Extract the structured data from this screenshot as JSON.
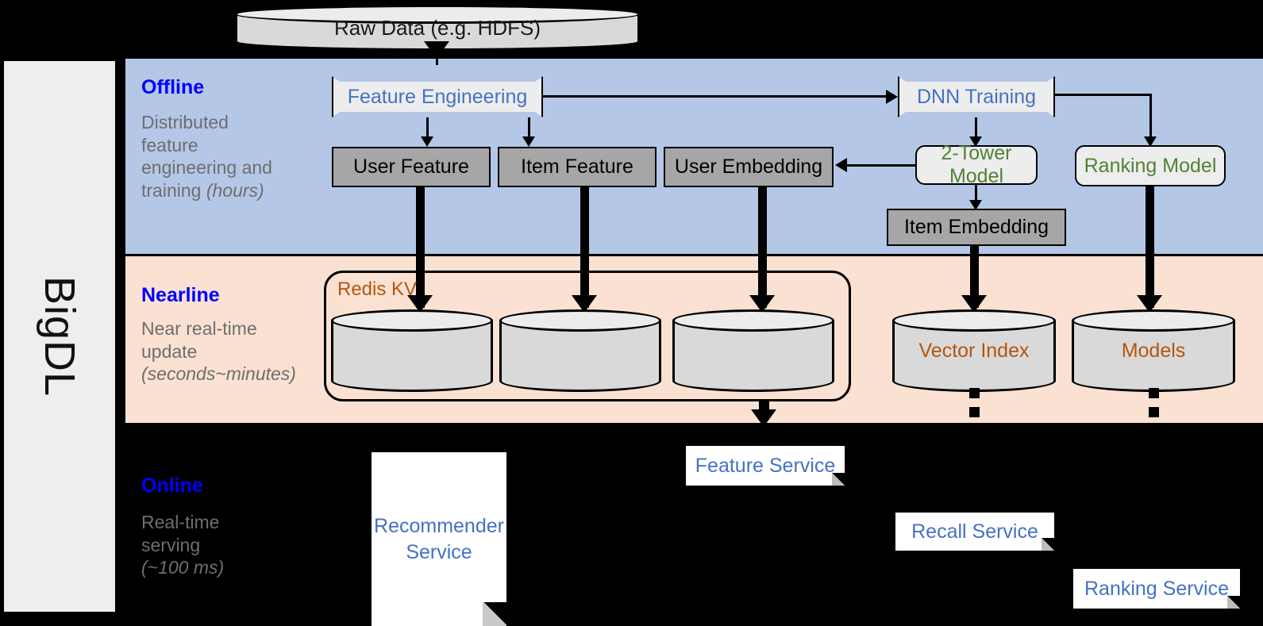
{
  "sidebar": {
    "label": "BigDL"
  },
  "stages": [
    {
      "id": "offline",
      "title": "Offline",
      "subtitle": "Distributed feature engineering and ",
      "subtitle_italic": "(hours)"
    },
    {
      "id": "nearline",
      "title": "Nearline",
      "subtitle": "Near real-time update ",
      "subtitle_italic": "(seconds~minutes)"
    },
    {
      "id": "online",
      "title": "Online",
      "subtitle": "Real-time serving ",
      "subtitle_italic": "(~100 ms)"
    }
  ],
  "stage_sub_lines": {
    "offline": [
      "Distributed",
      "feature",
      "engineering and",
      "training "
    ],
    "nearline": [
      "Near real-time",
      "update"
    ],
    "online": [
      "Real-time",
      "serving"
    ]
  },
  "source": {
    "label": "Raw Data (e.g. HDFS)"
  },
  "offline": {
    "feature_engineering": "Feature Engineering",
    "dnn_training": "DNN Training",
    "user_feature": "User Feature",
    "item_feature": "Item Feature",
    "user_embedding": "User Embedding",
    "two_tower_model": "2-Tower Model",
    "ranking_model": "Ranking Model",
    "item_embedding": "Item Embedding"
  },
  "nearline": {
    "redis_label": "Redis KV",
    "vector_index": "Vector Index",
    "models": "Models"
  },
  "online": {
    "recommender_service_l1": "Recommender",
    "recommender_service_l2": "Service",
    "feature_service": "Feature Service",
    "recall_service": "Recall Service",
    "ranking_service": "Ranking Service"
  },
  "colors": {
    "offline_band": "#b4c7e7",
    "nearline_band": "#fae1d2",
    "online_band": "#000000",
    "stage_title": "#0000ff",
    "stage_subtitle": "#6e6e6e",
    "blue_text": "#4472c4",
    "green_text": "#538135",
    "orange_text": "#b4560f",
    "gray_fill": "#a6a6a6",
    "light_fill": "#ededed",
    "sidebar_fill": "#eeeeee"
  }
}
